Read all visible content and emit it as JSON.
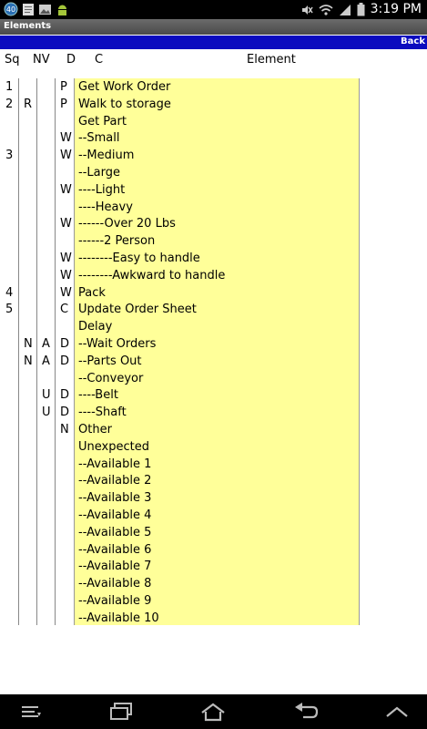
{
  "status_bar": {
    "notification_badge": "40",
    "time": "3:19 PM"
  },
  "title_bar": {
    "title": "Elements"
  },
  "back_bar": {
    "back_label": "Back"
  },
  "table": {
    "headers": {
      "sq": "Sq",
      "nv": "NV",
      "d": "D",
      "c": "C",
      "element": "Element"
    },
    "rows": [
      {
        "sq": "1",
        "nv1": "",
        "nv2": "",
        "d": "P",
        "element": "Get Work Order"
      },
      {
        "sq": "2",
        "nv1": "R",
        "nv2": "",
        "d": "P",
        "element": "Walk to storage"
      },
      {
        "sq": "",
        "nv1": "",
        "nv2": "",
        "d": "",
        "element": "Get Part"
      },
      {
        "sq": "",
        "nv1": "",
        "nv2": "",
        "d": "W",
        "element": "--Small"
      },
      {
        "sq": "3",
        "nv1": "",
        "nv2": "",
        "d": "W",
        "element": "--Medium"
      },
      {
        "sq": "",
        "nv1": "",
        "nv2": "",
        "d": "",
        "element": "--Large"
      },
      {
        "sq": "",
        "nv1": "",
        "nv2": "",
        "d": "W",
        "element": "----Light"
      },
      {
        "sq": "",
        "nv1": "",
        "nv2": "",
        "d": "",
        "element": "----Heavy"
      },
      {
        "sq": "",
        "nv1": "",
        "nv2": "",
        "d": "W",
        "element": "------Over 20 Lbs"
      },
      {
        "sq": "",
        "nv1": "",
        "nv2": "",
        "d": "",
        "element": "------2 Person"
      },
      {
        "sq": "",
        "nv1": "",
        "nv2": "",
        "d": "W",
        "element": "--------Easy to handle"
      },
      {
        "sq": "",
        "nv1": "",
        "nv2": "",
        "d": "W",
        "element": "--------Awkward to handle"
      },
      {
        "sq": "4",
        "nv1": "",
        "nv2": "",
        "d": "W",
        "element": "Pack"
      },
      {
        "sq": "5",
        "nv1": "",
        "nv2": "",
        "d": "C",
        "element": "Update Order Sheet"
      },
      {
        "sq": "",
        "nv1": "",
        "nv2": "",
        "d": "",
        "element": "Delay"
      },
      {
        "sq": "",
        "nv1": "N",
        "nv2": "A",
        "d": "D",
        "element": "--Wait Orders"
      },
      {
        "sq": "",
        "nv1": "N",
        "nv2": "A",
        "d": "D",
        "element": "--Parts Out"
      },
      {
        "sq": "",
        "nv1": "",
        "nv2": "",
        "d": "",
        "element": "--Conveyor"
      },
      {
        "sq": "",
        "nv1": "",
        "nv2": "U",
        "d": "D",
        "element": "----Belt"
      },
      {
        "sq": "",
        "nv1": "",
        "nv2": "U",
        "d": "D",
        "element": "----Shaft"
      },
      {
        "sq": "",
        "nv1": "",
        "nv2": "",
        "d": "N",
        "element": "Other"
      },
      {
        "sq": "",
        "nv1": "",
        "nv2": "",
        "d": "",
        "element": "Unexpected"
      },
      {
        "sq": "",
        "nv1": "",
        "nv2": "",
        "d": "",
        "element": "--Available 1"
      },
      {
        "sq": "",
        "nv1": "",
        "nv2": "",
        "d": "",
        "element": "--Available 2"
      },
      {
        "sq": "",
        "nv1": "",
        "nv2": "",
        "d": "",
        "element": "--Available 3"
      },
      {
        "sq": "",
        "nv1": "",
        "nv2": "",
        "d": "",
        "element": "--Available 4"
      },
      {
        "sq": "",
        "nv1": "",
        "nv2": "",
        "d": "",
        "element": "--Available 5"
      },
      {
        "sq": "",
        "nv1": "",
        "nv2": "",
        "d": "",
        "element": "--Available 6"
      },
      {
        "sq": "",
        "nv1": "",
        "nv2": "",
        "d": "",
        "element": "--Available 7"
      },
      {
        "sq": "",
        "nv1": "",
        "nv2": "",
        "d": "",
        "element": "--Available 8"
      },
      {
        "sq": "",
        "nv1": "",
        "nv2": "",
        "d": "",
        "element": "--Available 9"
      },
      {
        "sq": "",
        "nv1": "",
        "nv2": "",
        "d": "",
        "element": "--Available 10"
      }
    ]
  },
  "colors": {
    "element_bg": "#ffff99",
    "back_bar": "#0b0bbf",
    "title_bar": "#555555"
  },
  "nav_bar": {
    "icons": [
      "menu-icon",
      "recent-apps-icon",
      "home-icon",
      "back-icon",
      "chevron-up-icon"
    ]
  }
}
